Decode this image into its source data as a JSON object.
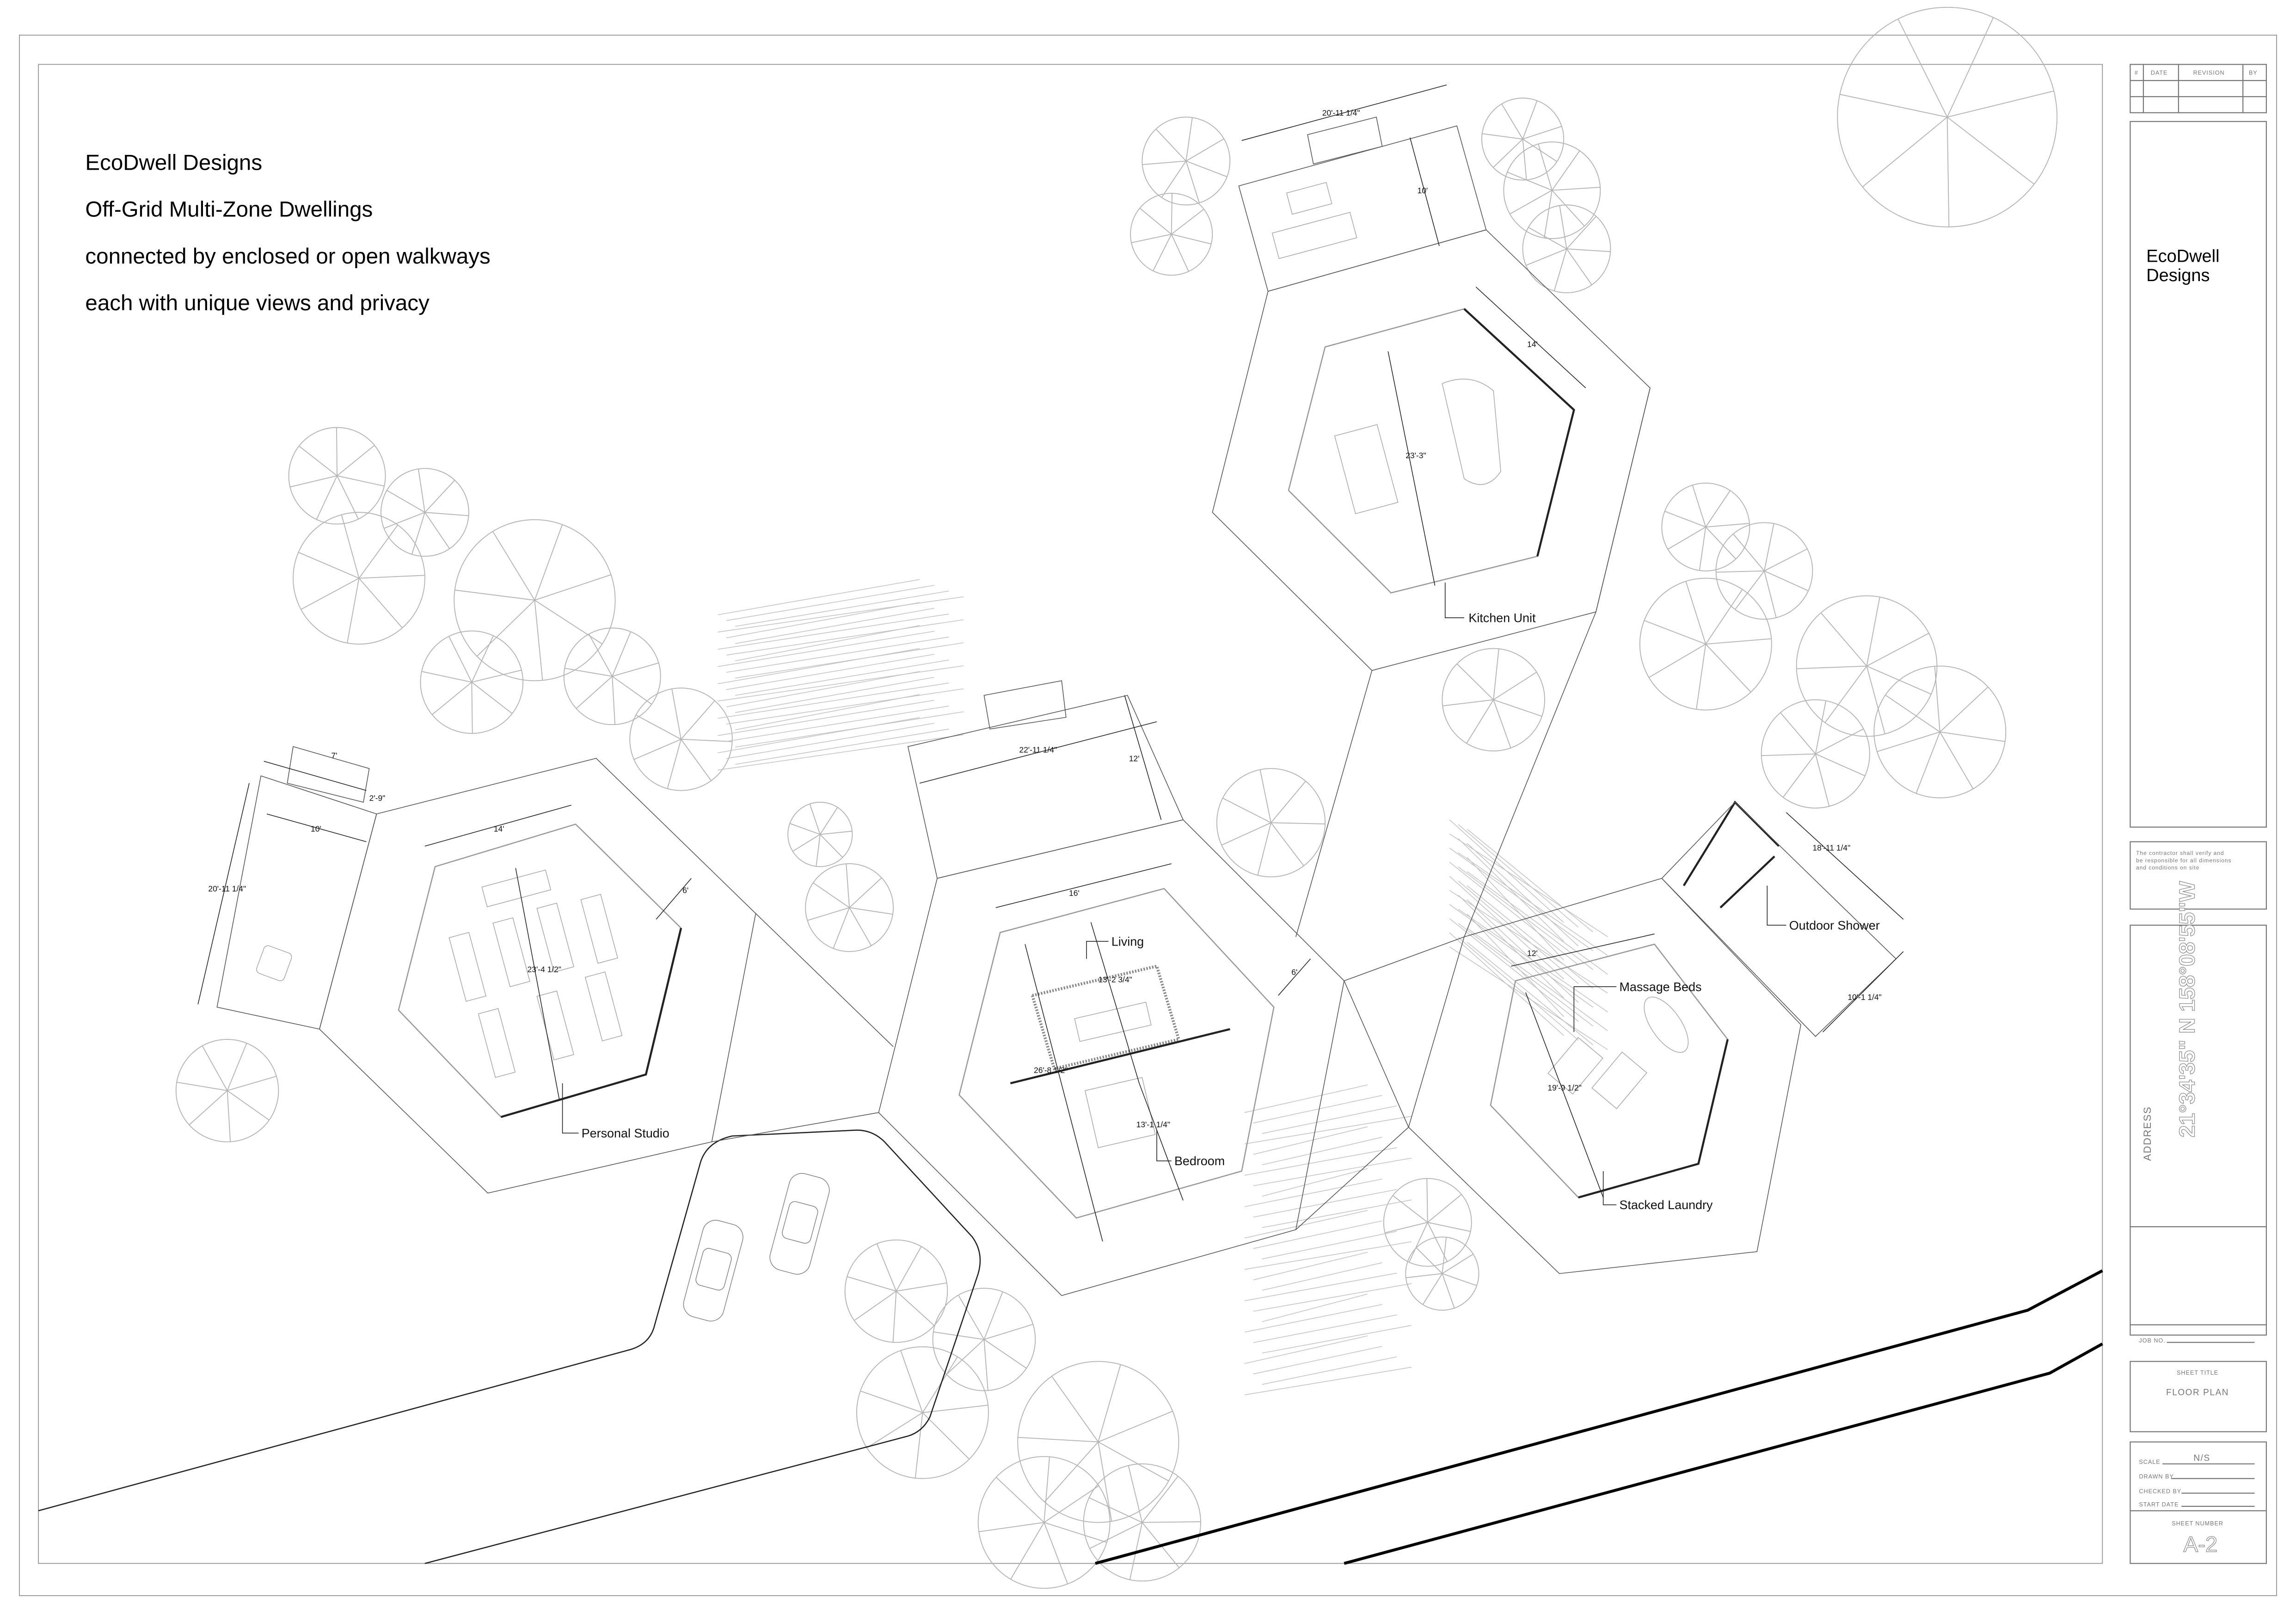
{
  "intro": {
    "lines": [
      "EcoDwell Designs",
      "Off-Grid Multi-Zone Dwellings",
      "connected by enclosed or open walkways",
      "each with unique views and privacy"
    ]
  },
  "labels": {
    "kitchen": "Kitchen Unit",
    "studio": "Personal Studio",
    "living": "Living",
    "bedroom": "Bedroom",
    "massage": "Massage Beds",
    "shower": "Outdoor Shower",
    "laundry": "Stacked Laundry"
  },
  "dimensions": {
    "kitchen": {
      "deck_width": "20'-11 1/4\"",
      "deck_depth": "10'",
      "side": "14'",
      "depth": "23'-3\""
    },
    "studio": {
      "stair": "7'",
      "stair_depth": "2'-9\"",
      "deck_width": "10'",
      "deck_length": "20'-11 1/4\"",
      "side": "14'",
      "depth": "23'-4 1/2\"",
      "walkway": "6'"
    },
    "main": {
      "deck_width": "22'-11 1/4\"",
      "deck_depth": "12'",
      "side": "16'",
      "living_depth": "13'-2 3/4\"",
      "overall": "26'-8 1/2\"",
      "bedroom_depth": "13'-1 1/4\"",
      "walkway": "6'"
    },
    "spa": {
      "side": "12'",
      "depth": "19'-9 1/2\"",
      "shower_length": "18'-11 1/4\"",
      "shower_width": "10'-1 1/4\""
    }
  },
  "title_block": {
    "revision_headers": [
      "#",
      "DATE",
      "REVISION",
      "BY"
    ],
    "company": [
      "EcoDwell",
      "Designs"
    ],
    "note": [
      "The contractor shall verify and",
      "be responsible for all dimensions",
      "and conditions on site"
    ],
    "address_label": "ADDRESS",
    "address": "21°34'35\" N 158°08'55\"W",
    "job_no_label": "JOB NO.",
    "sheet_title_label": "SHEET TITLE",
    "sheet_title": "FLOOR PLAN",
    "scale_label": "SCALE",
    "scale": "N/S",
    "drawn_by_label": "DRAWN BY",
    "checked_by_label": "CHECKED BY",
    "start_date_label": "START DATE",
    "sheet_number_label": "SHEET NUMBER",
    "sheet_number": "A-2"
  }
}
